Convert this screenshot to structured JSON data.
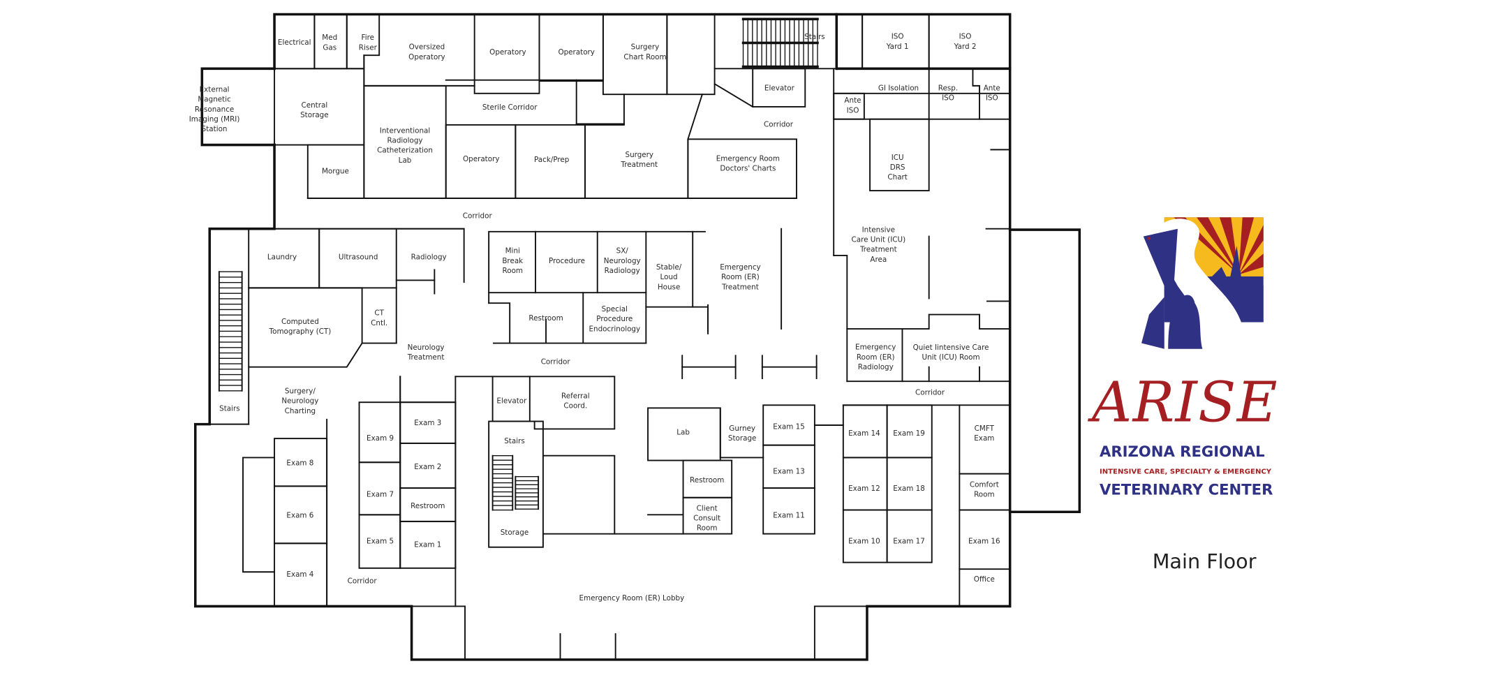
{
  "floor_title": "Main Floor",
  "logo": {
    "wordmark": "ARISE",
    "line1": "ARIZONA REGIONAL",
    "line2": "INTENSIVE CARE, SPECIALTY & EMERGENCY",
    "line3": "VETERINARY CENTER",
    "colors": {
      "blue": "#2e3184",
      "red": "#a51f22",
      "yellow": "#f6b91e"
    }
  },
  "rooms": [
    {
      "lines": [
        "Electrical"
      ]
    },
    {
      "lines": [
        "Med",
        "Gas"
      ]
    },
    {
      "lines": [
        "Fire",
        "Riser"
      ]
    },
    {
      "lines": [
        "Oversized",
        "Operatory"
      ]
    },
    {
      "lines": [
        "Operatory"
      ]
    },
    {
      "lines": [
        "Operatory"
      ]
    },
    {
      "lines": [
        "Surgery",
        "Chart Room"
      ]
    },
    {
      "lines": [
        "Stairs"
      ]
    },
    {
      "lines": [
        "ISO",
        "Yard 1"
      ]
    },
    {
      "lines": [
        "ISO",
        "Yard 2"
      ]
    },
    {
      "lines": [
        "External",
        "Magnetic",
        "Resonance",
        "Imaging (MRI)",
        "Station"
      ]
    },
    {
      "lines": [
        "Central",
        "Storage"
      ]
    },
    {
      "lines": [
        "Elevator"
      ]
    },
    {
      "lines": [
        "Corridor"
      ]
    },
    {
      "lines": [
        "Sterile Corridor"
      ]
    },
    {
      "lines": [
        "Interventional",
        "Radiology",
        "Catheterization",
        "Lab"
      ]
    },
    {
      "lines": [
        "Operatory"
      ]
    },
    {
      "lines": [
        "Pack/Prep"
      ]
    },
    {
      "lines": [
        "Surgery",
        "Treatment"
      ]
    },
    {
      "lines": [
        "Emergency Room",
        "Doctors' Charts"
      ]
    },
    {
      "lines": [
        "Morgue"
      ]
    },
    {
      "lines": [
        "Corridor"
      ]
    },
    {
      "lines": [
        "GI Isolation"
      ]
    },
    {
      "lines": [
        "Resp.",
        "ISO"
      ]
    },
    {
      "lines": [
        "Ante",
        "ISO"
      ]
    },
    {
      "lines": [
        "Ante",
        "ISO"
      ]
    },
    {
      "lines": [
        "ICU",
        "DRS",
        "Chart"
      ]
    },
    {
      "lines": [
        "Intensive",
        "Care Unit (ICU)",
        "Treatment",
        "Area"
      ]
    },
    {
      "lines": [
        "Laundry"
      ]
    },
    {
      "lines": [
        "Ultrasound"
      ]
    },
    {
      "lines": [
        "Radiology"
      ]
    },
    {
      "lines": [
        "Mini",
        "Break",
        "Room"
      ]
    },
    {
      "lines": [
        "Procedure"
      ]
    },
    {
      "lines": [
        "SX/",
        "Neurology",
        "Radiology"
      ]
    },
    {
      "lines": [
        "Stable/",
        "Loud",
        "House"
      ]
    },
    {
      "lines": [
        "Emergency",
        "Room (ER)",
        "Treatment"
      ]
    },
    {
      "lines": [
        "Computed",
        "Tomography (CT)"
      ]
    },
    {
      "lines": [
        "CT",
        "Cntl."
      ]
    },
    {
      "lines": [
        "Restroom"
      ]
    },
    {
      "lines": [
        "Special",
        "Procedure",
        "Endocrinology"
      ]
    },
    {
      "lines": [
        "Neurology",
        "Treatment"
      ]
    },
    {
      "lines": [
        "Corridor"
      ]
    },
    {
      "lines": [
        "Emergency",
        "Room (ER)",
        "Radiology"
      ]
    },
    {
      "lines": [
        "Quiet Iintensive Care",
        "Unit (ICU) Room"
      ]
    },
    {
      "lines": [
        "Corridor"
      ]
    },
    {
      "lines": [
        "Stairs"
      ]
    },
    {
      "lines": [
        "Surgery/",
        "Neurology",
        "Charting"
      ]
    },
    {
      "lines": [
        "Elevator"
      ]
    },
    {
      "lines": [
        "Referral",
        "Coord."
      ]
    },
    {
      "lines": [
        "Exam 3"
      ]
    },
    {
      "lines": [
        "Stairs"
      ]
    },
    {
      "lines": [
        "Lab"
      ]
    },
    {
      "lines": [
        "Gurney",
        "Storage"
      ]
    },
    {
      "lines": [
        "Exam 15"
      ]
    },
    {
      "lines": [
        "Exam 14"
      ]
    },
    {
      "lines": [
        "Exam 19"
      ]
    },
    {
      "lines": [
        "CMFT",
        "Exam"
      ]
    },
    {
      "lines": [
        "Exam 9"
      ]
    },
    {
      "lines": [
        "Exam 8"
      ]
    },
    {
      "lines": [
        "Exam 2"
      ]
    },
    {
      "lines": [
        "Exam 13"
      ]
    },
    {
      "lines": [
        "Restroom"
      ]
    },
    {
      "lines": [
        "Exam 12"
      ]
    },
    {
      "lines": [
        "Exam 18"
      ]
    },
    {
      "lines": [
        "Comfort",
        "Room"
      ]
    },
    {
      "lines": [
        "Exam 7"
      ]
    },
    {
      "lines": [
        "Restroom"
      ]
    },
    {
      "lines": [
        "Client",
        "Consult",
        "Room"
      ]
    },
    {
      "lines": [
        "Exam 11"
      ]
    },
    {
      "lines": [
        "Exam 6"
      ]
    },
    {
      "lines": [
        "Storage"
      ]
    },
    {
      "lines": [
        "Exam 5"
      ]
    },
    {
      "lines": [
        "Exam 1"
      ]
    },
    {
      "lines": [
        "Exam 10"
      ]
    },
    {
      "lines": [
        "Exam 17"
      ]
    },
    {
      "lines": [
        "Exam 16"
      ]
    },
    {
      "lines": [
        "Office"
      ]
    },
    {
      "lines": [
        "Exam 4"
      ]
    },
    {
      "lines": [
        "Corridor"
      ]
    },
    {
      "lines": [
        "Emergency Room (ER)  Lobby"
      ]
    }
  ]
}
